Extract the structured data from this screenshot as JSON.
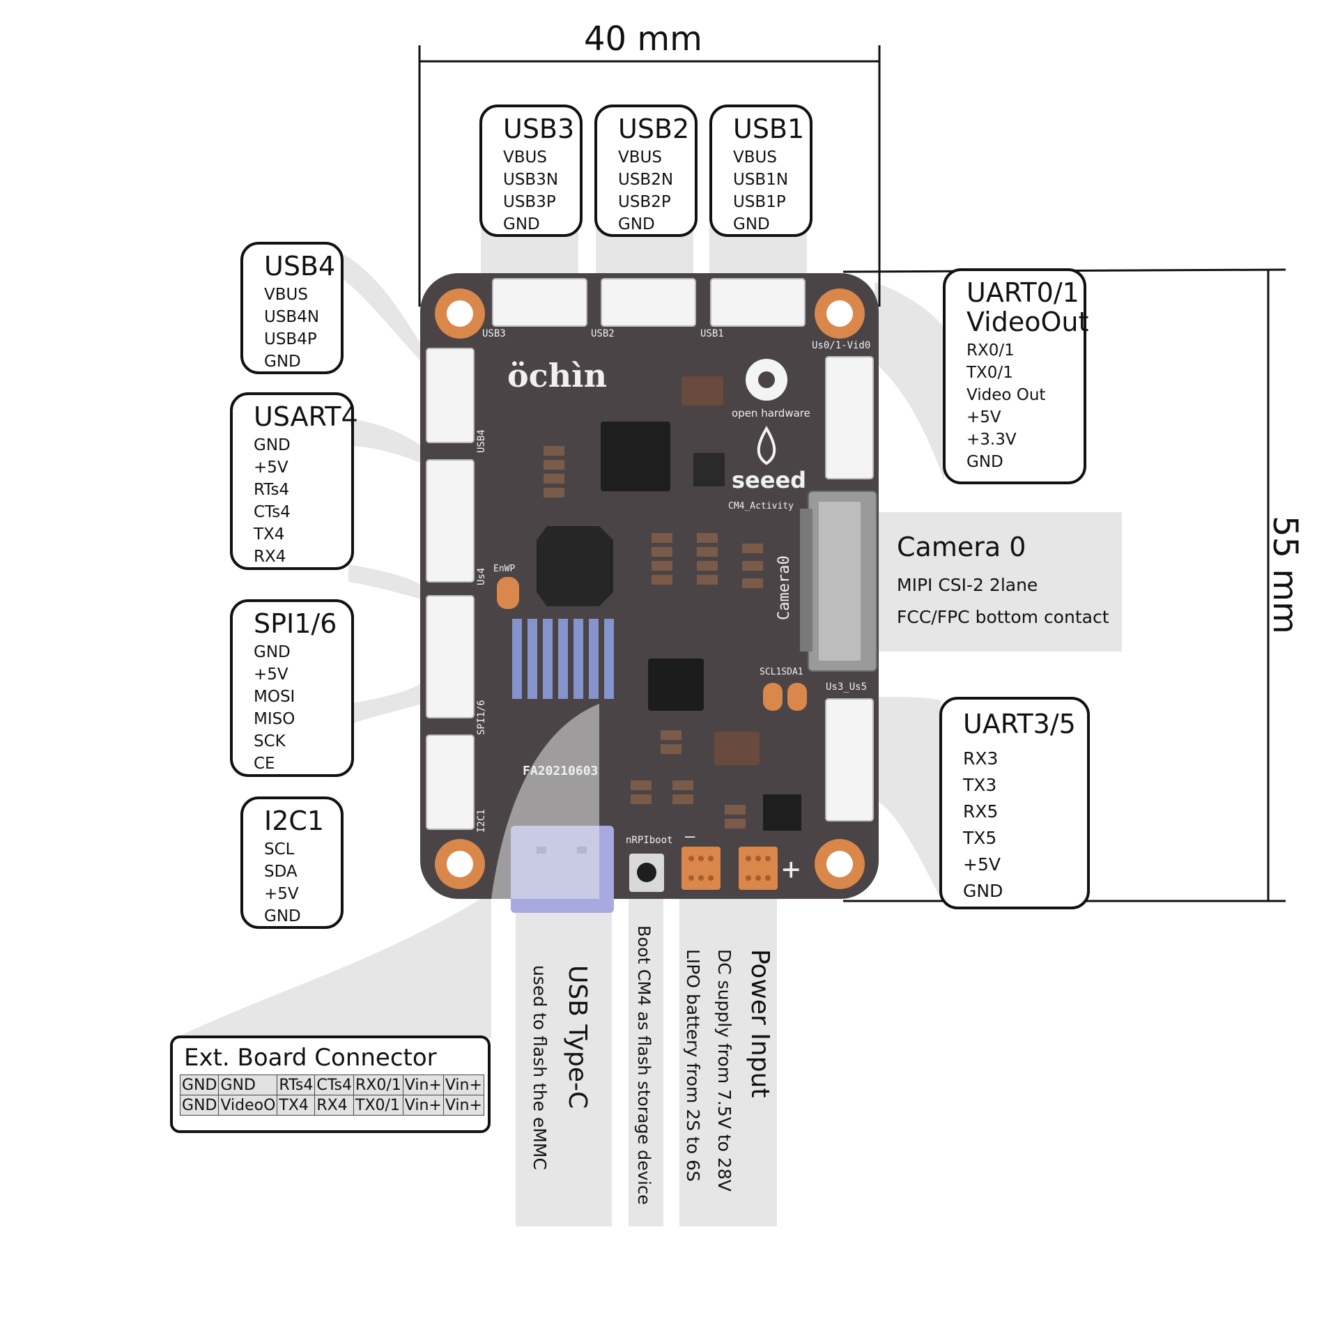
{
  "dimensions": {
    "width_label": "40 mm",
    "height_label": "55 mm"
  },
  "boxes": {
    "usb3": {
      "title": "USB3",
      "pins": [
        "VBUS",
        "USB3N",
        "USB3P",
        "GND"
      ]
    },
    "usb2": {
      "title": "USB2",
      "pins": [
        "VBUS",
        "USB2N",
        "USB2P",
        "GND"
      ]
    },
    "usb1": {
      "title": "USB1",
      "pins": [
        "VBUS",
        "USB1N",
        "USB1P",
        "GND"
      ]
    },
    "usb4": {
      "title": "USB4",
      "pins": [
        "VBUS",
        "USB4N",
        "USB4P",
        "GND"
      ]
    },
    "usart4": {
      "title": "USART4",
      "pins": [
        "GND",
        "+5V",
        "RTs4",
        "CTs4",
        "TX4",
        "RX4"
      ]
    },
    "spi": {
      "title": "SPI1/6",
      "pins": [
        "GND",
        "+5V",
        "MOSI",
        "MISO",
        "SCK",
        "CE"
      ]
    },
    "i2c1": {
      "title": "I2C1",
      "pins": [
        "SCL",
        "SDA",
        "+5V",
        "GND"
      ]
    },
    "uart01": {
      "title": "UART0/1",
      "subtitle": "VideoOut",
      "pins": [
        "RX0/1",
        "TX0/1",
        "Video Out",
        "+5V",
        "+3.3V",
        "GND"
      ]
    },
    "uart35": {
      "title": "UART3/5",
      "pins": [
        "RX3",
        "TX3",
        "RX5",
        "TX5",
        "+5V",
        "GND"
      ]
    }
  },
  "camera": {
    "title": "Camera 0",
    "line1": "MIPI CSI-2 2lane",
    "line2": "FCC/FPC bottom contact"
  },
  "bottom_labels": {
    "usbc_title": "USB Type-C",
    "usbc_desc": "used to flash the eMMC",
    "boot": "Boot CM4 as flash storage device",
    "power_title": "Power Input",
    "power_dc": "DC supply from 7.5V to 28V",
    "power_lipo": "LIPO battery from 2S to 6S"
  },
  "ext_connector": {
    "title": "Ext. Board Connector",
    "rows": [
      [
        "GND",
        "GND",
        "RTs4",
        "CTs4",
        "RX0/1",
        "Vin+",
        "Vin+"
      ],
      [
        "GND",
        "VideoO",
        "TX4",
        "RX4",
        "TX0/1",
        "Vin+",
        "Vin+"
      ]
    ]
  },
  "board_silkscreen": {
    "brand": "öchìn",
    "open_hardware": "open hardware",
    "seeed": "seeed",
    "usb3": "USB3",
    "usb2": "USB2",
    "usb1": "USB1",
    "usb4": "USB4",
    "us4": "Us4",
    "spi": "SPI1/6",
    "i2c": "I2C1",
    "us01": "Us0/1-Vid0",
    "us35": "Us3_Us5",
    "camera0": "Camera0",
    "cm4": "CM4_Activity",
    "enwp": "EnWP",
    "scl_sda": "SCL1SDA1",
    "fa": "FA20210603",
    "nrpi": "nRPIboot",
    "plus": "+",
    "minus": "—"
  },
  "colors": {
    "board": "#4a4446",
    "pad": "#d9874a",
    "usbc": "#a7a9df",
    "callout": "#e6e6e6",
    "header_blue": "#8d9ddc"
  }
}
